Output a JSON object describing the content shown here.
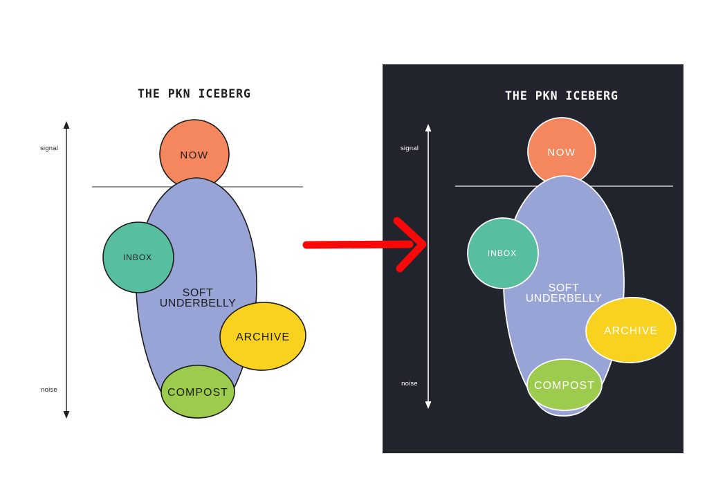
{
  "colors": {
    "paper": "#ffffff",
    "panel": "#21242d",
    "now": "#f5875f",
    "underbelly": "#98a4d6",
    "inbox": "#58bea0",
    "archive": "#f9d21f",
    "compost": "#9dcb4d",
    "arrow": "#f90808"
  },
  "panels": {
    "light": {
      "title": "THE PKN ICEBERG",
      "axis_top_label": "signal",
      "axis_bottom_label": "noise",
      "now_label": "NOW",
      "inbox_label": "INBOX",
      "underbelly_line1": "SOFT",
      "underbelly_line2": "UNDERBELLY",
      "archive_label": "ARCHIVE",
      "compost_label": "COMPOST"
    },
    "dark": {
      "title": "THE PKN ICEBERG",
      "axis_top_label": "signal",
      "axis_bottom_label": "noise",
      "now_label": "NOW",
      "inbox_label": "INBOX",
      "underbelly_line1": "SOFT",
      "underbelly_line2": "UNDERBELLY",
      "archive_label": "ARCHIVE",
      "compost_label": "COMPOST"
    }
  }
}
